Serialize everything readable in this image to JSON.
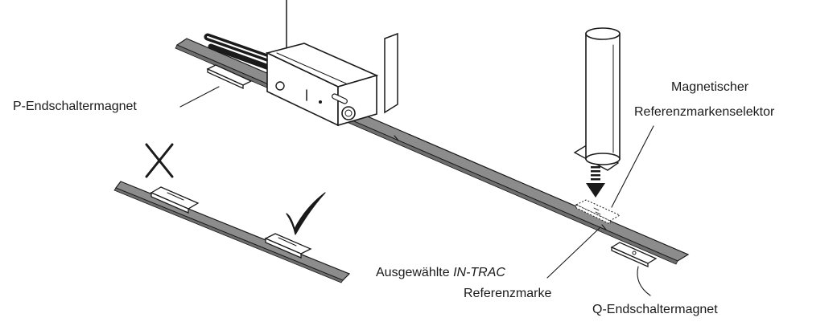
{
  "labels": {
    "p_limit_magnet": "P-Endschaltermagnet",
    "selector_line1": "Magnetischer",
    "selector_line2": "Referenzmarkenselektor",
    "selected_prefix": "Ausgewählte ",
    "selected_italic": "IN-TRAC",
    "selected_line2": "Referenzmarke",
    "q_limit_magnet": "Q-Endschaltermagnet"
  },
  "symbols": {
    "wrong": "cross-icon",
    "correct": "checkmark-icon"
  },
  "colors": {
    "scale_tape": "#8c8c8c",
    "tape_dark": "#6e6e6e",
    "ink": "#1a1a1a",
    "part_fill": "#ffffff"
  }
}
